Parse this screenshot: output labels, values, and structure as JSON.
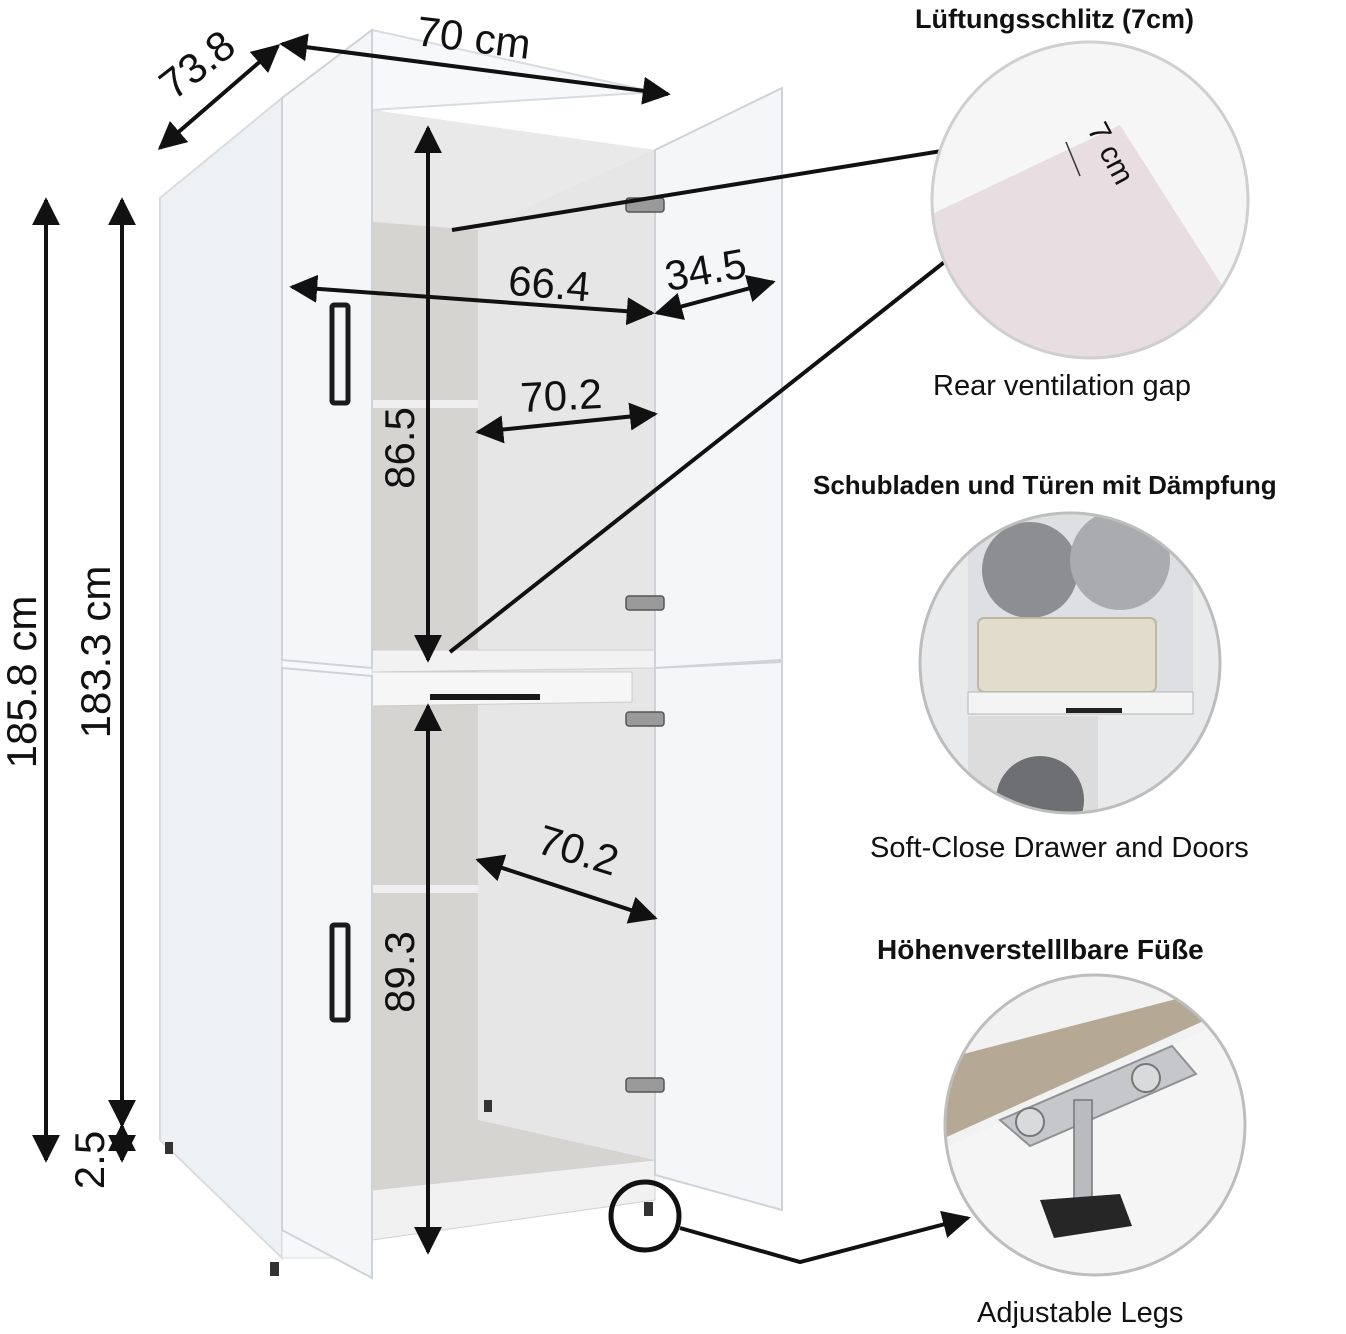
{
  "dimensions": {
    "width": "70 cm",
    "depth": "73.8",
    "total_height": "185.8 cm",
    "body_height": "183.3 cm",
    "leg_height": "2.5",
    "door_width": "34.5",
    "inner_width_top": "66.4",
    "shelf_width_upper": "70.2",
    "shelf_width_lower": "70.2",
    "upper_compartment_height": "86.5",
    "lower_compartment_height": "89.3"
  },
  "ventilation": {
    "heading": "Lüftungsschlitz (7cm)",
    "detail_label": "7 cm",
    "caption": "Rear ventilation gap"
  },
  "soft_close": {
    "heading": "Schubladen und Türen mit Dämpfung",
    "caption": "Soft-Close Drawer and Doors"
  },
  "legs": {
    "heading": "Höhenverstelllbare Füße",
    "caption": "Adjustable Legs"
  },
  "colors": {
    "cabinet": "#f4f6f8",
    "interior": "#d6d4d0",
    "handle": "#1a1a1a",
    "vent_pink": "#e8dde0"
  }
}
